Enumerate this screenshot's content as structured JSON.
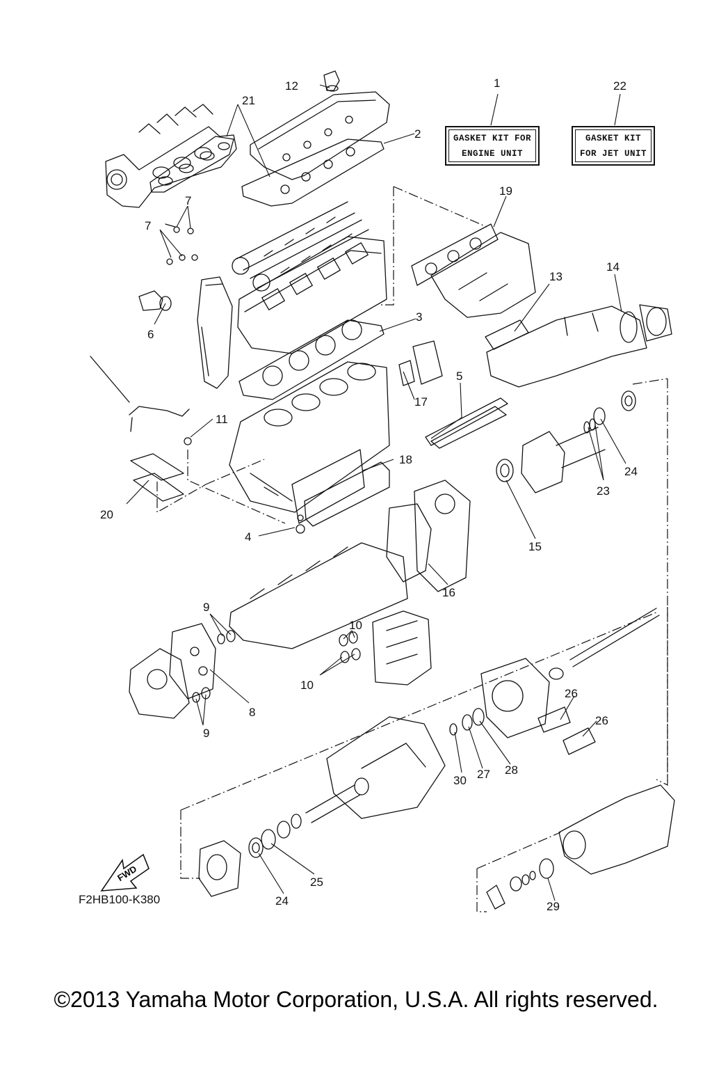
{
  "kits": {
    "engine": {
      "number": "1",
      "line1": "GASKET KIT FOR",
      "line2": "ENGINE UNIT"
    },
    "jet": {
      "number": "22",
      "line1": "GASKET KIT",
      "line2": "FOR JET UNIT"
    }
  },
  "callouts": {
    "c2": "2",
    "c3": "3",
    "c4": "4",
    "c5": "5",
    "c6": "6",
    "c7a": "7",
    "c7b": "7",
    "c8": "8",
    "c9a": "9",
    "c9b": "9",
    "c10a": "10",
    "c10b": "10",
    "c11": "11",
    "c12": "12",
    "c13": "13",
    "c14": "14",
    "c15": "15",
    "c16": "16",
    "c17": "17",
    "c18": "18",
    "c19": "19",
    "c20": "20",
    "c21": "21",
    "c23": "23",
    "c24a": "24",
    "c24b": "24",
    "c25": "25",
    "c26a": "26",
    "c26b": "26",
    "c27": "27",
    "c28": "28",
    "c29": "29",
    "c30": "30"
  },
  "fwd_label": "FWD",
  "diagram_code": "F2HB100-K380",
  "copyright": "©2013 Yamaha Motor Corporation, U.S.A. All rights reserved."
}
